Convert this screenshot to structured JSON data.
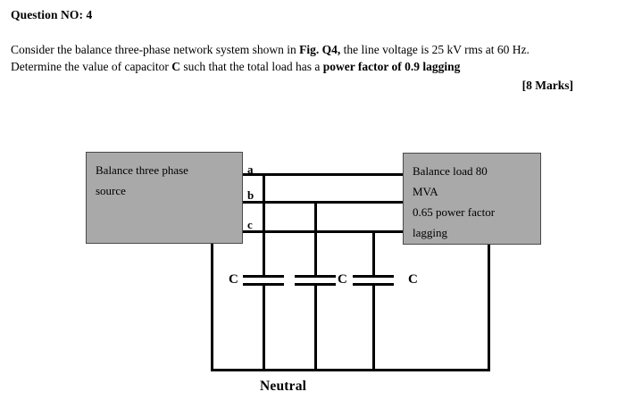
{
  "question": {
    "heading": "Question NO: 4",
    "line1_pre": "Consider the balance three-phase network system shown in ",
    "line1_bold": "Fig. Q4,",
    "line1_post": " the line voltage is 25 kV rms at 60 Hz.",
    "line2_pre": "Determine the value of capacitor ",
    "line2_bold1": "C",
    "line2_mid": " such that the total load has a ",
    "line2_bold2": "power factor of 0.9 lagging",
    "marks": "[8 Marks]"
  },
  "figure": {
    "source_box": {
      "line1": "Balance three phase",
      "line2": "source"
    },
    "load_box": {
      "line1": "Balance load 80",
      "line2": "MVA",
      "line3": "0.65 power factor",
      "line4": "lagging"
    },
    "phase_labels": {
      "a": "a",
      "b": "b",
      "c": "c"
    },
    "capacitor_labels": {
      "c1": "C",
      "c2": "C",
      "c3": "C"
    },
    "neutral_label": "Neutral",
    "colors": {
      "box_fill": "#a9a9a9",
      "box_border": "#4a4a4a",
      "wire": "#000000",
      "background": "#ffffff"
    }
  }
}
